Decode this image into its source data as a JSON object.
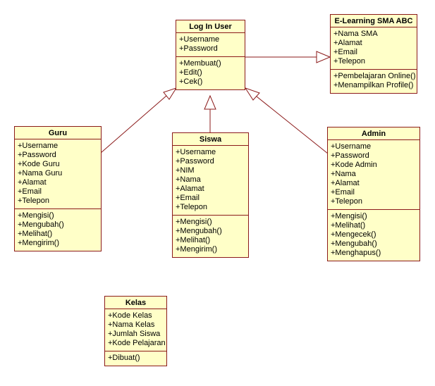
{
  "classes": {
    "login": {
      "name": "Log In User",
      "attributes": [
        "+Username",
        "+Password"
      ],
      "methods": [
        "+Membuat()",
        "+Edit()",
        "+Cek()"
      ]
    },
    "elearning": {
      "name": "E-Learning SMA ABC",
      "attributes": [
        "+Nama SMA",
        "+Alamat",
        "+Email",
        "+Telepon"
      ],
      "methods": [
        "+Pembelajaran Online()",
        "+Menampilkan Profile()"
      ]
    },
    "guru": {
      "name": "Guru",
      "attributes": [
        "+Username",
        "+Password",
        "+Kode Guru",
        "+Nama Guru",
        "+Alamat",
        "+Email",
        "+Telepon"
      ],
      "methods": [
        "+Mengisi()",
        "+Mengubah()",
        "+Melihat()",
        "+Mengirim()"
      ]
    },
    "siswa": {
      "name": "Siswa",
      "attributes": [
        "+Username",
        "+Password",
        "+NIM",
        "+Nama",
        "+Alamat",
        "+Email",
        "+Telepon"
      ],
      "methods": [
        "+Mengisi()",
        "+Mengubah()",
        "+Melihat()",
        "+Mengirim()"
      ]
    },
    "admin": {
      "name": "Admin",
      "attributes": [
        "+Username",
        "+Password",
        "+Kode Admin",
        "+Nama",
        "+Alamat",
        "+Email",
        "+Telepon"
      ],
      "methods": [
        "+Mengisi()",
        "+Melihat()",
        "+Mengecek()",
        "+Mengubah()",
        "+Menghapus()"
      ]
    },
    "kelas": {
      "name": "Kelas",
      "attributes": [
        "+Kode Kelas",
        "+Nama Kelas",
        "+Jumlah Siswa",
        "+Kode Pelajaran"
      ],
      "methods": [
        "+Dibuat()"
      ]
    }
  },
  "colors": {
    "class_fill": "#ffffc8",
    "class_border": "#8b1a1a",
    "edge": "#8b1a1a"
  }
}
